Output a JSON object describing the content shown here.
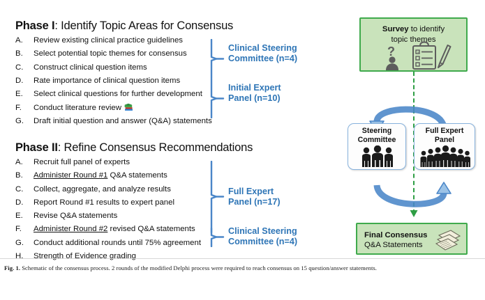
{
  "figure": {
    "phases": [
      {
        "id": "phase-1",
        "label_strong": "Phase I",
        "label_rest": ": Identify Topic Areas for Consensus",
        "steps": [
          {
            "letter": "A.",
            "text": "Review existing clinical practice guidelines"
          },
          {
            "letter": "B.",
            "text": "Select potential topic themes for consensus"
          },
          {
            "letter": "C.",
            "text": "Construct clinical question items"
          },
          {
            "letter": "D.",
            "text": "Rate importance of clinical question items"
          },
          {
            "letter": "E.",
            "text": "Select clinical questions for further development"
          },
          {
            "letter": "F.",
            "text": "Conduct literature review"
          },
          {
            "letter": "G.",
            "text": "Draft initial question and answer (Q&A) statements"
          }
        ]
      },
      {
        "id": "phase-2",
        "label_strong": "Phase II",
        "label_rest": ": Refine Consensus Recommendations",
        "steps": [
          {
            "letter": "A.",
            "text": "Recruit full panel of experts"
          },
          {
            "letter": "B.",
            "text_underlined": "Administer Round #1",
            "text": " Q&A statements"
          },
          {
            "letter": "C.",
            "text": "Collect, aggregate, and analyze results"
          },
          {
            "letter": "D.",
            "text": "Report Round #1 results to expert panel"
          },
          {
            "letter": "E.",
            "text": "Revise Q&A statements"
          },
          {
            "letter": "F.",
            "text_underlined": "Administer Round #2",
            "text": " revised Q&A statements"
          },
          {
            "letter": "G.",
            "text": "Conduct additional rounds until 75% agreement"
          },
          {
            "letter": "H.",
            "text": "Strength of Evidence grading"
          }
        ]
      }
    ],
    "group_labels": [
      {
        "id": "group-csc-1",
        "line1": "Clinical Steering",
        "line2": "Committee (n=4)"
      },
      {
        "id": "group-iep",
        "line1": "Initial Expert",
        "line2": "Panel (n=10)"
      },
      {
        "id": "group-fep",
        "line1": "Full Expert",
        "line2": "Panel (n=17)"
      },
      {
        "id": "group-csc-2",
        "line1": "Clinical Steering",
        "line2": "Committee (n=4)"
      }
    ],
    "flow": {
      "survey_box": {
        "line1_bold": "Survey",
        "line1_rest": " to identify",
        "line2": "topic themes",
        "icons": [
          "question-mark-person-icon",
          "clipboard-pencil-icon"
        ]
      },
      "nodes": [
        {
          "id": "steering-committee",
          "line1": "Steering",
          "line2": "Committee",
          "icon": "three-people-icon"
        },
        {
          "id": "full-expert-panel",
          "line1": "Full Expert",
          "line2": "Panel",
          "icon": "many-people-icon"
        }
      ],
      "final_box": {
        "line1_bold": "Final Consensus",
        "line2": "Q&A Statements",
        "icon": "stacked-documents-icon"
      }
    },
    "colors": {
      "accent_blue": "#2e75b6",
      "arrow_blue": "#4a86c8",
      "green_border": "#3faa4c",
      "green_fill": "#c9e3bb",
      "dashed_green": "#2e9e44",
      "node_border": "#87b2dd",
      "text": "#111111"
    }
  },
  "caption": {
    "prefix": "Fig. 1.",
    "text": " Schematic of the consensus process. 2 rounds of the modified Delphi process were required to reach consensus on 15 question/answer statements."
  }
}
